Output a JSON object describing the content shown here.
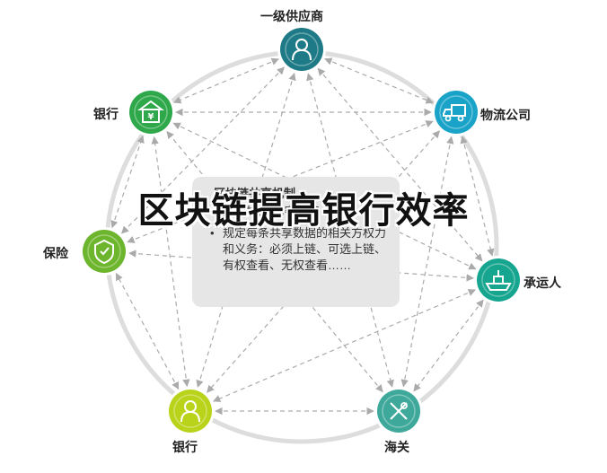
{
  "overlay_title": "区块链提高银行效率",
  "center": {
    "title": "区块链共享机制",
    "bullets": [
      "定制加密/解密授权",
      "规定每条共享数据的相关方权力和义务：必须上链、可选上链、有权查看、无权查看……"
    ]
  },
  "nodes": [
    {
      "id": "supplier",
      "label": "一级供应商",
      "color": "#1e7a86",
      "icon": "person-icon"
    },
    {
      "id": "logistics",
      "label": "物流公司",
      "color": "#1aa3c8",
      "icon": "truck-icon"
    },
    {
      "id": "carrier",
      "label": "承运人",
      "color": "#16a58e",
      "icon": "ship-icon"
    },
    {
      "id": "customs",
      "label": "海关",
      "color": "#3ea89a",
      "icon": "customs-icon"
    },
    {
      "id": "bank-bottom",
      "label": "银行",
      "color": "#b9d21a",
      "icon": "person-icon"
    },
    {
      "id": "insurance",
      "label": "保险",
      "color": "#6db52d",
      "icon": "shield-icon"
    },
    {
      "id": "bank-top",
      "label": "银行",
      "color": "#2ea84a",
      "icon": "bank-icon"
    }
  ],
  "colors": {
    "ring": "#dddddd",
    "arrow": "#aaaaaa"
  }
}
